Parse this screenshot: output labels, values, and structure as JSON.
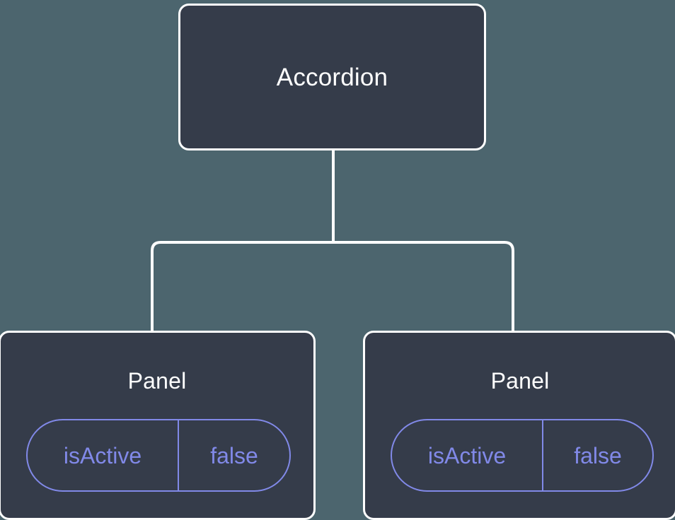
{
  "diagram": {
    "type": "component-tree",
    "background_color": "#4c656e",
    "node_fill_color": "#353c4a",
    "node_border_color": "#ffffff",
    "node_text_color": "#ffffff",
    "prop_accent_color": "#8189e8",
    "edge_color": "#ffffff",
    "root": {
      "id": "accordion",
      "label": "Accordion"
    },
    "children": [
      {
        "id": "panel-0",
        "label": "Panel",
        "props": [
          {
            "key": "isActive",
            "value": "false"
          }
        ]
      },
      {
        "id": "panel-1",
        "label": "Panel",
        "props": [
          {
            "key": "isActive",
            "value": "false"
          }
        ]
      }
    ]
  }
}
